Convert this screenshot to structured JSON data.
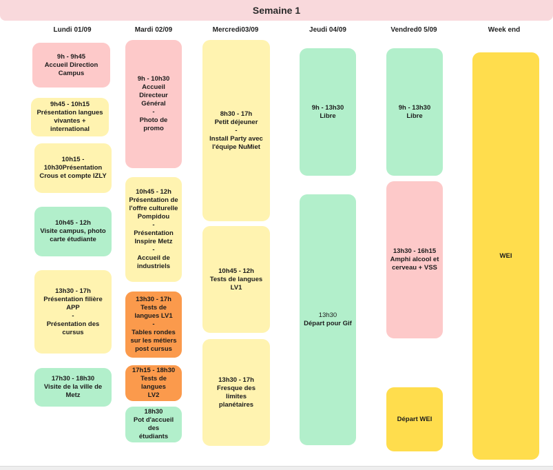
{
  "title": "Semaine 1",
  "days": [
    "Lundi 01/09",
    "Mardi 02/09",
    "Mercredi03/09",
    "Jeudi 04/09",
    "Vendred0 5/09",
    "Week end"
  ],
  "events": {
    "mon_1": [
      "9h - 9h45",
      "Accueil Direction",
      "Campus"
    ],
    "mon_2": [
      "9h45 - 10h15",
      "Présentation langues",
      "vivantes +",
      "international"
    ],
    "mon_3": [
      "10h15 -",
      "10h30Présentation",
      "Crous et compte IZLY"
    ],
    "mon_4": [
      "10h45 - 12h",
      "Visite campus, photo",
      "carte étudiante"
    ],
    "mon_5": [
      "13h30 - 17h",
      "Présentation filière",
      "APP",
      "-",
      "Présentation des",
      "cursus"
    ],
    "mon_6": [
      "17h30 - 18h30",
      "Visite de la ville de",
      "Metz"
    ],
    "tue_1": [
      "9h - 10h30",
      "Accueil",
      "Directeur",
      "Général",
      "-",
      "Photo de promo"
    ],
    "tue_2": [
      "10h45 - 12h",
      "Présentation de",
      "l'offre culturelle",
      "Pompidou",
      "-",
      "Présentation",
      "Inspire Metz",
      "-",
      "Accueil de",
      "industriels"
    ],
    "tue_3": [
      "13h30 - 17h",
      "Tests de",
      "langues LV1",
      "-",
      "Tables rondes",
      "sur les métiers",
      "post cursus"
    ],
    "tue_4": [
      "17h15 - 18h30",
      "Tests de langues",
      "LV2"
    ],
    "tue_5": [
      "18h30",
      "Pot d'accueil des",
      "étudiants"
    ],
    "wed_1": [
      "8h30 - 17h",
      "Petit déjeuner",
      "-",
      "Install Party avec",
      "l'équipe NuMiet"
    ],
    "wed_2": [
      "10h45 - 12h",
      "Tests de langues",
      "LV1"
    ],
    "wed_3": [
      "13h30 - 17h",
      "Fresque des limites",
      "planétaires"
    ],
    "thu_1": [
      "9h - 13h30",
      "Libre"
    ],
    "thu_2": [
      "13h30",
      "Départ pour Gif"
    ],
    "fri_1": [
      "9h - 13h30",
      "Libre"
    ],
    "fri_2": [
      "13h30 - 16h15",
      "Amphi alcool et",
      "cerveau + VSS"
    ],
    "fri_3": [
      "Départ WEI"
    ],
    "we_1": [
      "WEI"
    ]
  },
  "colors": {
    "title_bar": "#f9d9dc",
    "pink": "#fdc9c9",
    "yellow": "#fff3b0",
    "green": "#b2efcb",
    "orange": "#fb9a4c",
    "gold": "#ffdd4d"
  }
}
